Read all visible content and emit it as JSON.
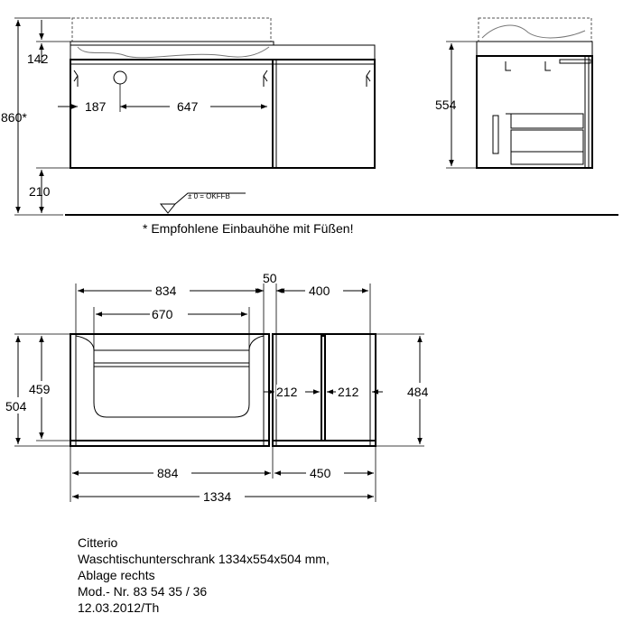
{
  "front_view": {
    "dim_total_height": "860*",
    "dim_top": "142",
    "dim_feet": "210",
    "dim_left_offset": "187",
    "dim_hole_span": "647",
    "floor_label": "± 0 = OKFFB"
  },
  "side_view": {
    "dim_height": "554"
  },
  "note": "* Empfohlene Einbauhöhe mit Füßen!",
  "top_view": {
    "dim_inner_width": "834",
    "dim_gap": "50",
    "dim_shelf_width": "400",
    "dim_basin_width": "670",
    "dim_depth_outer": "504",
    "dim_depth_inner": "459",
    "dim_shelf_left": "212",
    "dim_shelf_right": "212",
    "dim_shelf_depth": "484",
    "dim_unit_width": "884",
    "dim_shelf_outer": "450",
    "dim_total_width": "1334"
  },
  "title_block": {
    "line1": "Citterio",
    "line2": "Waschtischunterschrank 1334x554x504 mm,",
    "line3": "Ablage rechts",
    "line4": "Mod.- Nr. 83 54 35 / 36",
    "line5": "12.03.2012/Th"
  }
}
